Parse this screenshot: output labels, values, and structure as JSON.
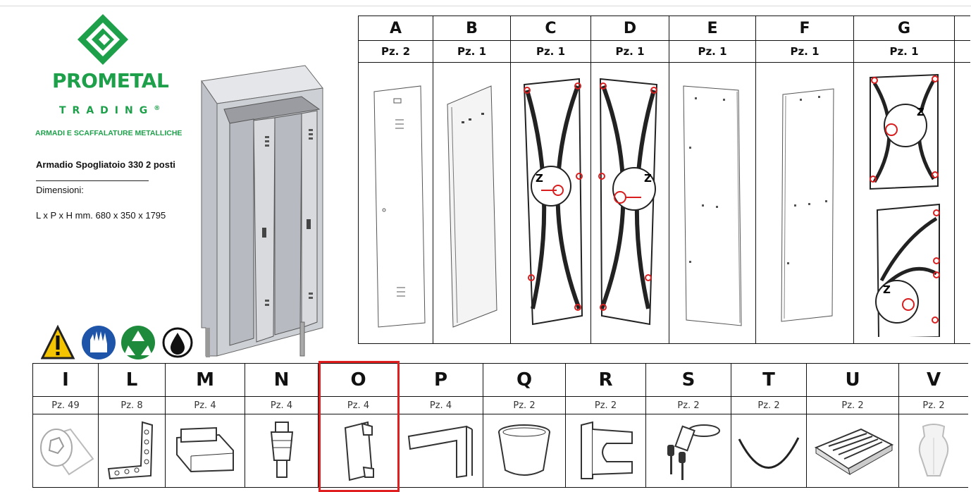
{
  "company": {
    "name": "PROMETAL",
    "subtitle": "TRADING",
    "registered_mark": "®",
    "tagline": "ARMADI E SCAFFALATURE METALLICHE",
    "logo_icon": "prometal-logo-icon"
  },
  "product": {
    "name": "Armadio Spogliatoio 330 2 posti",
    "dimensions_label": "Dimensioni:",
    "dimensions_value": "L x P x H mm.  680 x 350 x 1795"
  },
  "safety_icons": [
    "warning-icon",
    "gloves-icon",
    "recycle-icon",
    "oil-drop-icon"
  ],
  "parts_top": [
    {
      "letter": "A",
      "qty": "Pz. 2"
    },
    {
      "letter": "B",
      "qty": "Pz. 1"
    },
    {
      "letter": "C",
      "qty": "Pz. 1"
    },
    {
      "letter": "D",
      "qty": "Pz. 1"
    },
    {
      "letter": "E",
      "qty": "Pz. 1"
    },
    {
      "letter": "F",
      "qty": "Pz. 1"
    },
    {
      "letter": "G",
      "qty": "Pz. 1"
    }
  ],
  "detail_marker": "Z",
  "parts_bottom": [
    {
      "letter": "I",
      "qty": "Pz. 49"
    },
    {
      "letter": "L",
      "qty": "Pz. 8"
    },
    {
      "letter": "M",
      "qty": "Pz. 4"
    },
    {
      "letter": "N",
      "qty": "Pz. 4"
    },
    {
      "letter": "O",
      "qty": "Pz. 4"
    },
    {
      "letter": "P",
      "qty": "Pz. 4"
    },
    {
      "letter": "Q",
      "qty": "Pz. 2"
    },
    {
      "letter": "R",
      "qty": "Pz. 2"
    },
    {
      "letter": "S",
      "qty": "Pz. 2"
    },
    {
      "letter": "T",
      "qty": "Pz. 2"
    },
    {
      "letter": "U",
      "qty": "Pz. 2"
    },
    {
      "letter": "V",
      "qty": "Pz. 2"
    }
  ],
  "highlighted_part": "O",
  "colors": {
    "brand_green": "#1ea04b",
    "highlight_red": "#e02020",
    "marker_red": "#d81e1e"
  }
}
